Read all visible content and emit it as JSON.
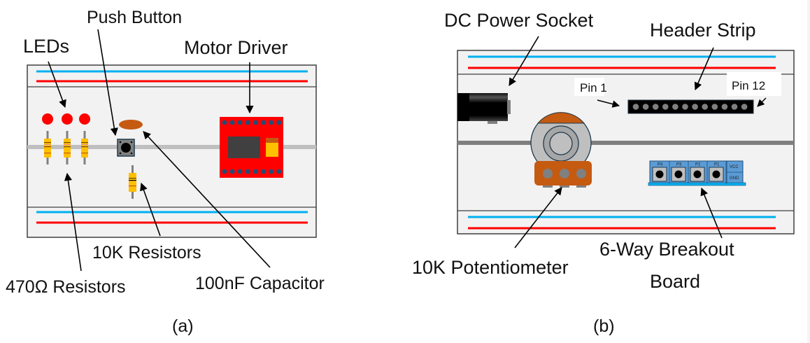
{
  "figure": {
    "panels": [
      {
        "id": "a",
        "caption": "(a)",
        "labels": {
          "push_button": "Push Button",
          "leds": "LEDs",
          "motor_driver": "Motor Driver",
          "resistors_10k": "10K Resistors",
          "resistors_470": "470Ω Resistors",
          "capacitor": "100nF Capacitor"
        },
        "components": {
          "led_count": 3,
          "resistor_470_count": 3,
          "resistor_10k_count": 1,
          "motor_driver_pin_rows": 2,
          "motor_driver_pins_per_row": 8
        }
      },
      {
        "id": "b",
        "caption": "(b)",
        "labels": {
          "dc_socket": "DC Power Socket",
          "header_strip": "Header Strip",
          "pin_first": "Pin 1",
          "pin_last": "Pin 12",
          "potentiometer": "10K Potentiometer",
          "breakout_line1": "6-Way Breakout",
          "breakout_line2": "Board"
        },
        "components": {
          "header_pin_count": 12,
          "potentiometer_pin_count": 3,
          "breakout_buttons": [
            "P4",
            "P3",
            "P2",
            "P1"
          ],
          "breakout_power": [
            "VCC",
            "GND"
          ]
        }
      }
    ],
    "colors": {
      "rail_blue": "#00b0f0",
      "rail_red": "#ff0000",
      "board_bg": "#f2f2f2",
      "board_border": "#404040",
      "led_red": "#ff0000",
      "resistor_body": "#ffc000",
      "capacitor": "#c55a11",
      "motor_driver_red": "#ff0000",
      "motor_pin": "#1f4e79",
      "chip_dark": "#404040",
      "potentiometer_orange": "#c55a11",
      "breakout_blue": "#5b9bd5",
      "breakout_base": "#00b0f0"
    }
  }
}
